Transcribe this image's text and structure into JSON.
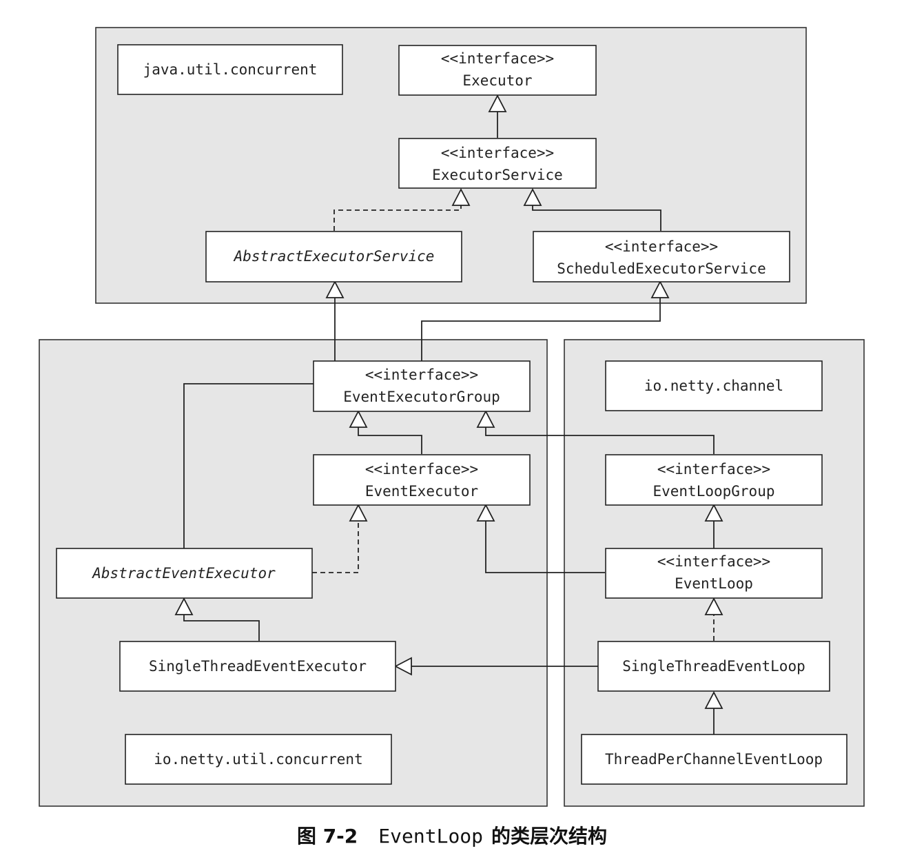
{
  "packages": [
    {
      "id": "java-util-concurrent",
      "label": "java.util.concurrent"
    },
    {
      "id": "io-netty-util-concurrent",
      "label": "io.netty.util.concurrent"
    },
    {
      "id": "io-netty-channel",
      "label": "io.netty.channel"
    }
  ],
  "classes": [
    {
      "id": "executor",
      "stereotype": "<<interface>>",
      "name": "Executor",
      "italic": false
    },
    {
      "id": "executor-service",
      "stereotype": "<<interface>>",
      "name": "ExecutorService",
      "italic": false
    },
    {
      "id": "abstract-executor-service",
      "stereotype": "",
      "name": "AbstractExecutorService",
      "italic": true
    },
    {
      "id": "scheduled-executor-service",
      "stereotype": "<<interface>>",
      "name": "ScheduledExecutorService",
      "italic": false
    },
    {
      "id": "event-executor-group",
      "stereotype": "<<interface>>",
      "name": "EventExecutorGroup",
      "italic": false
    },
    {
      "id": "event-executor",
      "stereotype": "<<interface>>",
      "name": "EventExecutor",
      "italic": false
    },
    {
      "id": "abstract-event-executor",
      "stereotype": "",
      "name": "AbstractEventExecutor",
      "italic": true
    },
    {
      "id": "single-thread-event-executor",
      "stereotype": "",
      "name": "SingleThreadEventExecutor",
      "italic": false
    },
    {
      "id": "event-loop-group",
      "stereotype": "<<interface>>",
      "name": "EventLoopGroup",
      "italic": false
    },
    {
      "id": "event-loop",
      "stereotype": "<<interface>>",
      "name": "EventLoop",
      "italic": false
    },
    {
      "id": "single-thread-event-loop",
      "stereotype": "",
      "name": "SingleThreadEventLoop",
      "italic": false
    },
    {
      "id": "thread-per-channel-event-loop",
      "stereotype": "",
      "name": "ThreadPerChannelEventLoop",
      "italic": false
    }
  ],
  "relations": [
    {
      "from": "executor-service",
      "to": "executor",
      "kind": "extends"
    },
    {
      "from": "abstract-executor-service",
      "to": "executor-service",
      "kind": "implements"
    },
    {
      "from": "scheduled-executor-service",
      "to": "executor-service",
      "kind": "extends"
    },
    {
      "from": "event-executor-group",
      "to": "abstract-executor-service",
      "kind": "extends"
    },
    {
      "from": "event-executor-group",
      "to": "scheduled-executor-service",
      "kind": "extends"
    },
    {
      "from": "event-executor",
      "to": "event-executor-group",
      "kind": "extends"
    },
    {
      "from": "event-loop-group",
      "to": "event-executor-group",
      "kind": "extends"
    },
    {
      "from": "abstract-event-executor",
      "to": "event-executor-group",
      "kind": "association"
    },
    {
      "from": "abstract-event-executor",
      "to": "event-executor",
      "kind": "implements"
    },
    {
      "from": "event-loop",
      "to": "event-executor",
      "kind": "extends"
    },
    {
      "from": "event-loop",
      "to": "event-loop-group",
      "kind": "extends"
    },
    {
      "from": "single-thread-event-executor",
      "to": "abstract-event-executor",
      "kind": "extends"
    },
    {
      "from": "single-thread-event-loop",
      "to": "single-thread-event-executor",
      "kind": "extends"
    },
    {
      "from": "single-thread-event-loop",
      "to": "event-loop",
      "kind": "implements"
    },
    {
      "from": "thread-per-channel-event-loop",
      "to": "single-thread-event-loop",
      "kind": "extends"
    }
  ],
  "caption": {
    "label": "图 7-2",
    "code": "EventLoop",
    "rest": "的类层次结构"
  }
}
